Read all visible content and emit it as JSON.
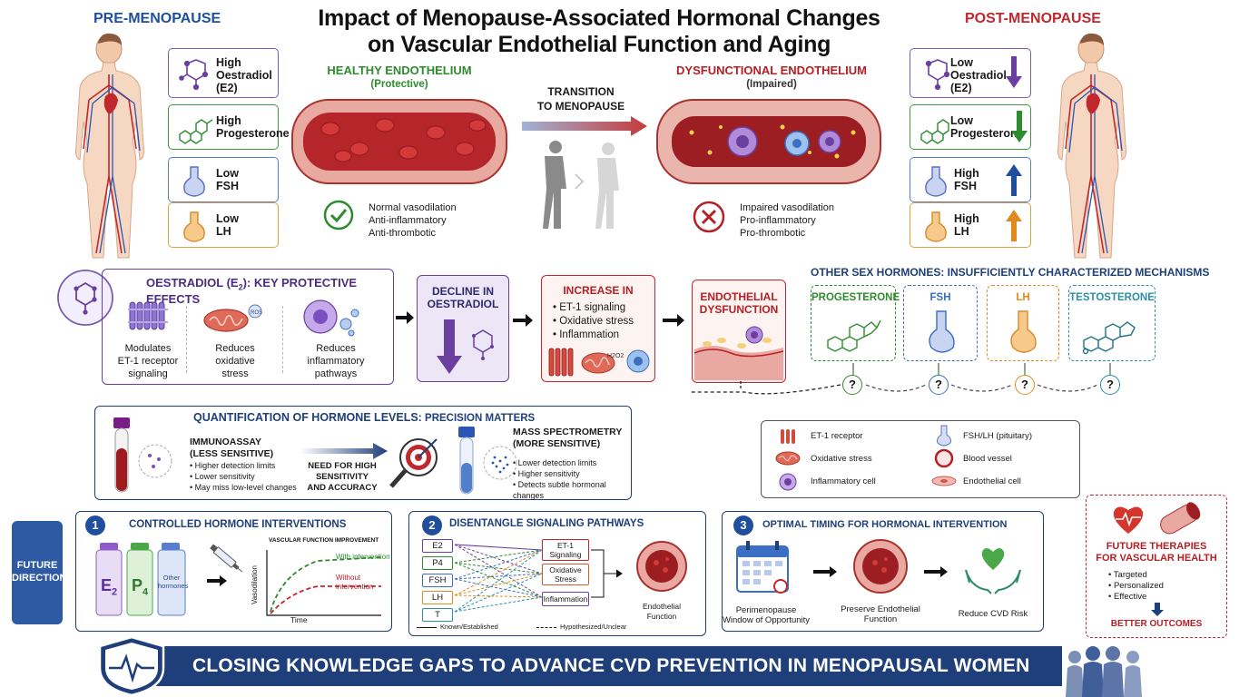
{
  "title_line1": "Impact of Menopause-Associated Hormonal Changes",
  "title_line2": "on Vascular Endothelial Function and Aging",
  "pre": {
    "heading": "PRE-MENOPAUSE",
    "hormones": [
      {
        "line1": "High",
        "line2": "Oestradiol",
        "line3": "(E2)"
      },
      {
        "line1": "High",
        "line2": "Progesterone",
        "line3": ""
      },
      {
        "line1": "Low",
        "line2": "FSH",
        "line3": ""
      },
      {
        "line1": "Low",
        "line2": "LH",
        "line3": ""
      }
    ]
  },
  "post": {
    "heading": "POST-MENOPAUSE",
    "hormones": [
      {
        "line1": "Low",
        "line2": "Oestradiol",
        "line3": "(E2)"
      },
      {
        "line1": "Low",
        "line2": "Progesterone",
        "line3": ""
      },
      {
        "line1": "High",
        "line2": "FSH",
        "line3": ""
      },
      {
        "line1": "High",
        "line2": "LH",
        "line3": ""
      }
    ]
  },
  "healthy": {
    "title": "HEALTHY ENDOTHELIUM",
    "subtitle": "(Protective)",
    "items": [
      "Normal vasodilation",
      "Anti-inflammatory",
      "Anti-thrombotic"
    ]
  },
  "transition": {
    "line1": "TRANSITION",
    "line2": "TO MENOPAUSE"
  },
  "dysfunctional": {
    "title": "DYSFUNCTIONAL ENDOTHELIUM",
    "subtitle": "(Impaired)",
    "items": [
      "Impaired vasodilation",
      "Pro-inflammatory",
      "Pro-thrombotic"
    ]
  },
  "oestradiol": {
    "title_main": "OESTRADIOL (E",
    "title_sub": "2",
    "title_rest": "): KEY PROTECTIVE EFFECTS",
    "effects": [
      {
        "l1": "Modulates",
        "l2": "ET-1 receptor",
        "l3": "signaling"
      },
      {
        "l1": "Reduces",
        "l2": "oxidative",
        "l3": "stress"
      },
      {
        "l1": "Reduces",
        "l2": "inflammatory",
        "l3": "pathways"
      }
    ],
    "ros_label": "ROS"
  },
  "decline": {
    "line1": "DECLINE IN",
    "line2": "OESTRADIOL"
  },
  "increase": {
    "title": "INCREASE IN",
    "items": [
      "ET-1 signaling",
      "Oxidative stress",
      "Inflammation"
    ],
    "h2o2": "H2O2"
  },
  "endo_dys": {
    "line1": "ENDOTHELIAL",
    "line2": "DYSFUNCTION"
  },
  "other": {
    "title": "OTHER  SEX HORMONES: INSUFFICIENTLY CHARACTERIZED MECHANISMS",
    "hormones": [
      "PROGESTERONE",
      "FSH",
      "LH",
      "TESTOSTERONE"
    ],
    "q": "?"
  },
  "quant": {
    "title_bold": "QUANTIFICATION OF HORMONE LEVELS:",
    "title_rest": " PRECISION MATTERS",
    "immuno_title1": "IMMUNOASSAY",
    "immuno_title2": "(LESS SENSITIVE)",
    "immuno_items": [
      "Higher detection limits",
      "Lower sensitivity",
      "May miss low-level changes"
    ],
    "need1": "NEED FOR HIGH",
    "need2": "SENSITIVITY",
    "need3": "AND ACCURACY",
    "mass_title1": "MASS SPECTROMETRY",
    "mass_title2": "(MORE SENSITIVE)",
    "mass_items": [
      "Lower detection limits",
      "Higher sensitivity",
      "Detects subtle hormonal changes"
    ]
  },
  "legend": {
    "items": [
      "ET-1 receptor",
      "Oxidative stress",
      "Inflammatory cell",
      "FSH/LH (pituitary)",
      "Blood vessel",
      "Endothelial cell"
    ]
  },
  "future": {
    "label1": "FUTURE",
    "label2": "DIRECTIONS",
    "box1": {
      "num": "1",
      "title": "CONTROLLED  HORMONE  INTERVENTIONS",
      "vial1": "E",
      "vial1_sub": "2",
      "vial2": "P",
      "vial2_sub": "4",
      "vial3_l1": "Other",
      "vial3_l2": "hormones",
      "chart_title": "VASCULAR FUNCTION IMPROVEMENT",
      "with": "With intervention",
      "without1": "Without",
      "without2": "intervention",
      "ylabel": "Vasodilation",
      "xlabel": "Time"
    },
    "box2": {
      "num": "2",
      "title": "DISENTANGLE SIGNALING PATHWAYS",
      "left": [
        "E2",
        "P4",
        "FSH",
        "LH",
        "T"
      ],
      "mid": [
        {
          "l1": "ET-1",
          "l2": "Signaling"
        },
        {
          "l1": "Oxidative",
          "l2": "Stress"
        },
        {
          "l1": "Inflammation",
          "l2": ""
        }
      ],
      "out1": "Endothelial",
      "out2": "Function",
      "known": "Known/Established",
      "hyp": "Hypothesized/Unclear"
    },
    "box3": {
      "num": "3",
      "title": "OPTIMAL TIMING FOR HORMONAL INTERVENTION",
      "step1_l1": "Perimenopause",
      "step1_l2": "Window of Opportunity",
      "step2_l1": "Preserve Endothelial",
      "step2_l2": "Function",
      "step3": "Reduce CVD Risk"
    },
    "therapies": {
      "title1": "FUTURE THERAPIES",
      "title2": "FOR VASCULAR HEALTH",
      "items": [
        "Targeted",
        "Personalized",
        "Effective"
      ],
      "outcome": "BETTER OUTCOMES"
    }
  },
  "banner": "CLOSING KNOWLEDGE GAPS TO ADVANCE CVD PREVENTION IN MENOPAUSAL WOMEN",
  "colors": {
    "navy": "#1f3f7a",
    "green": "#2e8b2e",
    "red": "#b52025",
    "purple": "#6a3fa0",
    "orange": "#e08a1e",
    "blue": "#3a6fc4",
    "teal": "#2c8fa6"
  }
}
